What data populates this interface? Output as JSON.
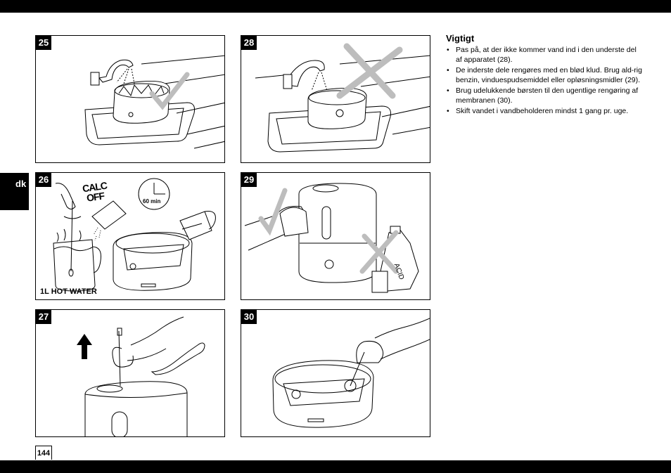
{
  "language_tab": "dk",
  "page_number": "144",
  "panels": {
    "p25": {
      "number": "25"
    },
    "p26": {
      "number": "26",
      "water_label": "1L HOT WATER",
      "calc_label_1": "CALC",
      "calc_label_2": "OFF",
      "timer_label": "60 min"
    },
    "p27": {
      "number": "27"
    },
    "p28": {
      "number": "28"
    },
    "p29": {
      "number": "29",
      "bottle_label": "ACID"
    },
    "p30": {
      "number": "30"
    }
  },
  "notes": {
    "title": "Vigtigt",
    "items": [
      "Pas på, at der ikke kommer vand ind i den underste del af apparatet (28).",
      "De inderste dele rengøres med en blød klud. Brug ald-rig benzin, vinduespudsemiddel eller opløsningsmidler (29).",
      "Brug udelukkende børsten til den ugentlige rengøring af membranen (30).",
      "Skift vandet i vandbeholderen mindst 1 gang pr. uge."
    ]
  },
  "colors": {
    "bar": "#000000",
    "check_mark": "#bdbdbd",
    "cross_mark": "#bdbdbd"
  }
}
